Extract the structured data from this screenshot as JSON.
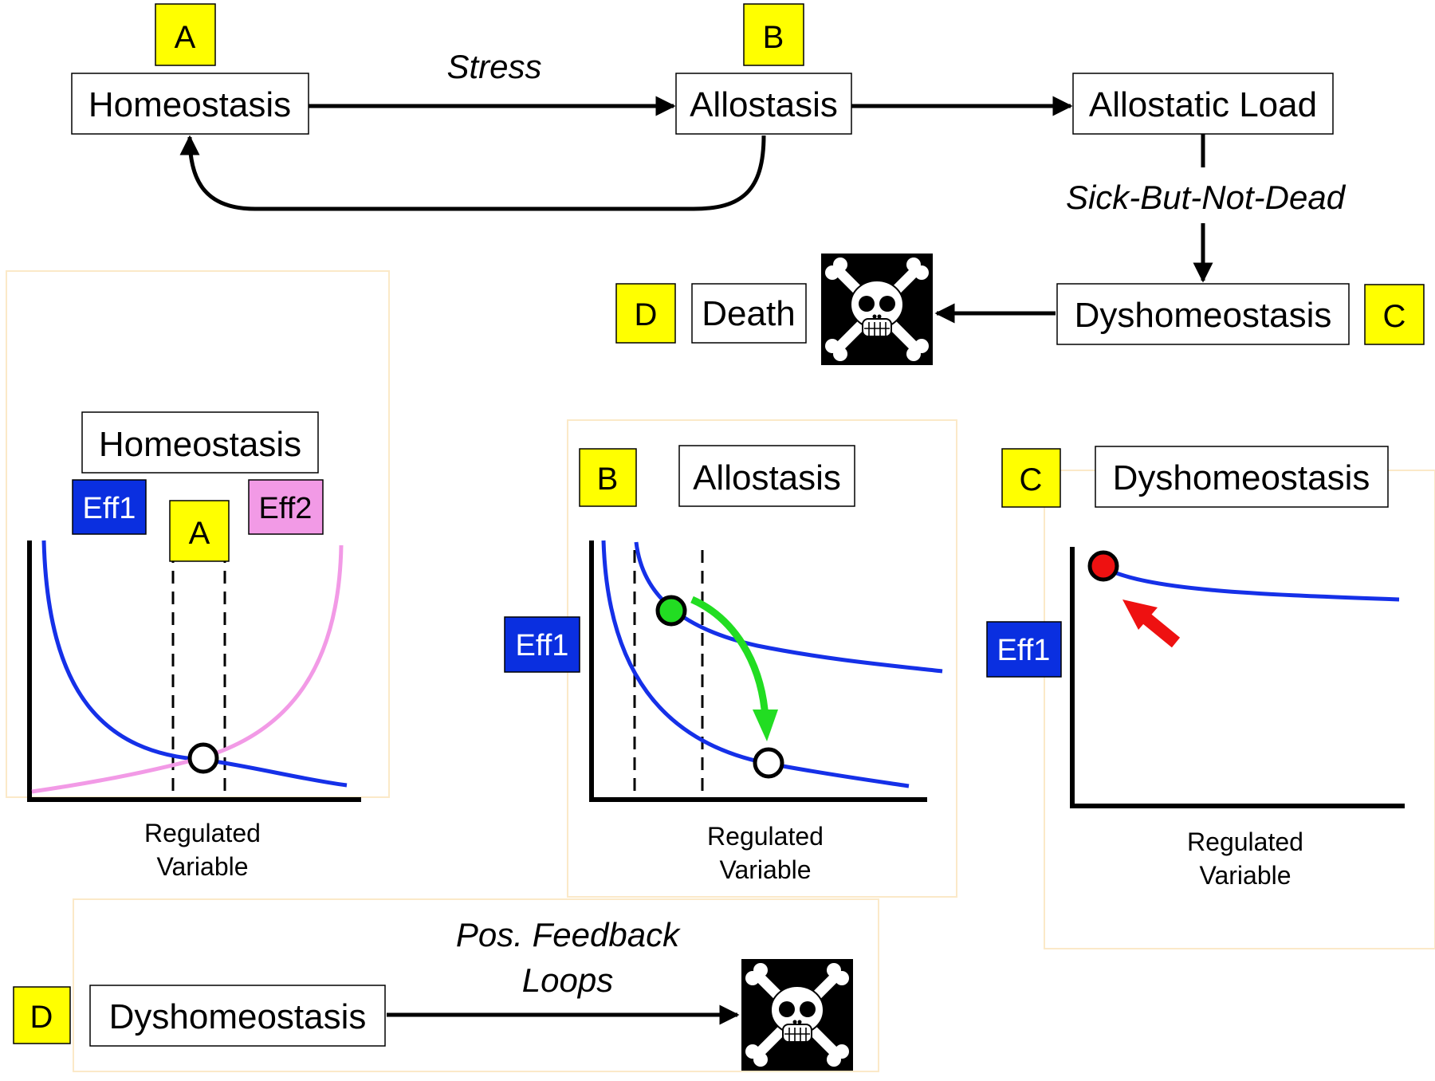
{
  "flow": {
    "homeostasis": "Homeostasis",
    "allostasis": "Allostasis",
    "allostatic_load": "Allostatic Load",
    "dyshomeostasis": "Dyshomeostasis",
    "death": "Death",
    "stress": "Stress",
    "sick_but_not_dead": "Sick-But-Not-Dead",
    "tag_a": "A",
    "tag_b": "B",
    "tag_c": "C",
    "tag_d": "D"
  },
  "panel_a": {
    "title": "Homeostasis",
    "tag": "A",
    "eff1": "Eff1",
    "eff2": "Eff2",
    "xlabel_line1": "Regulated",
    "xlabel_line2": "Variable"
  },
  "panel_b": {
    "title": "Allostasis",
    "tag": "B",
    "eff1": "Eff1",
    "xlabel_line1": "Regulated",
    "xlabel_line2": "Variable"
  },
  "panel_c": {
    "title": "Dyshomeostasis",
    "tag": "C",
    "eff1": "Eff1",
    "xlabel_line1": "Regulated",
    "xlabel_line2": "Variable"
  },
  "panel_d": {
    "tag": "D",
    "box": "Dyshomeostasis",
    "arrow_line1": "Pos. Feedback",
    "arrow_line2": "Loops"
  },
  "colors": {
    "tag_yellow": "#ffff00",
    "eff1_blue": "#0a2fe0",
    "eff2_pink": "#f29ae6",
    "curve_blue": "#1530e8",
    "curve_pink": "#f29ae6",
    "green": "#22dd22",
    "red": "#ee1111",
    "panel_border": "#fbe9c8"
  },
  "icons": [
    "skull-crossbones-icon"
  ]
}
